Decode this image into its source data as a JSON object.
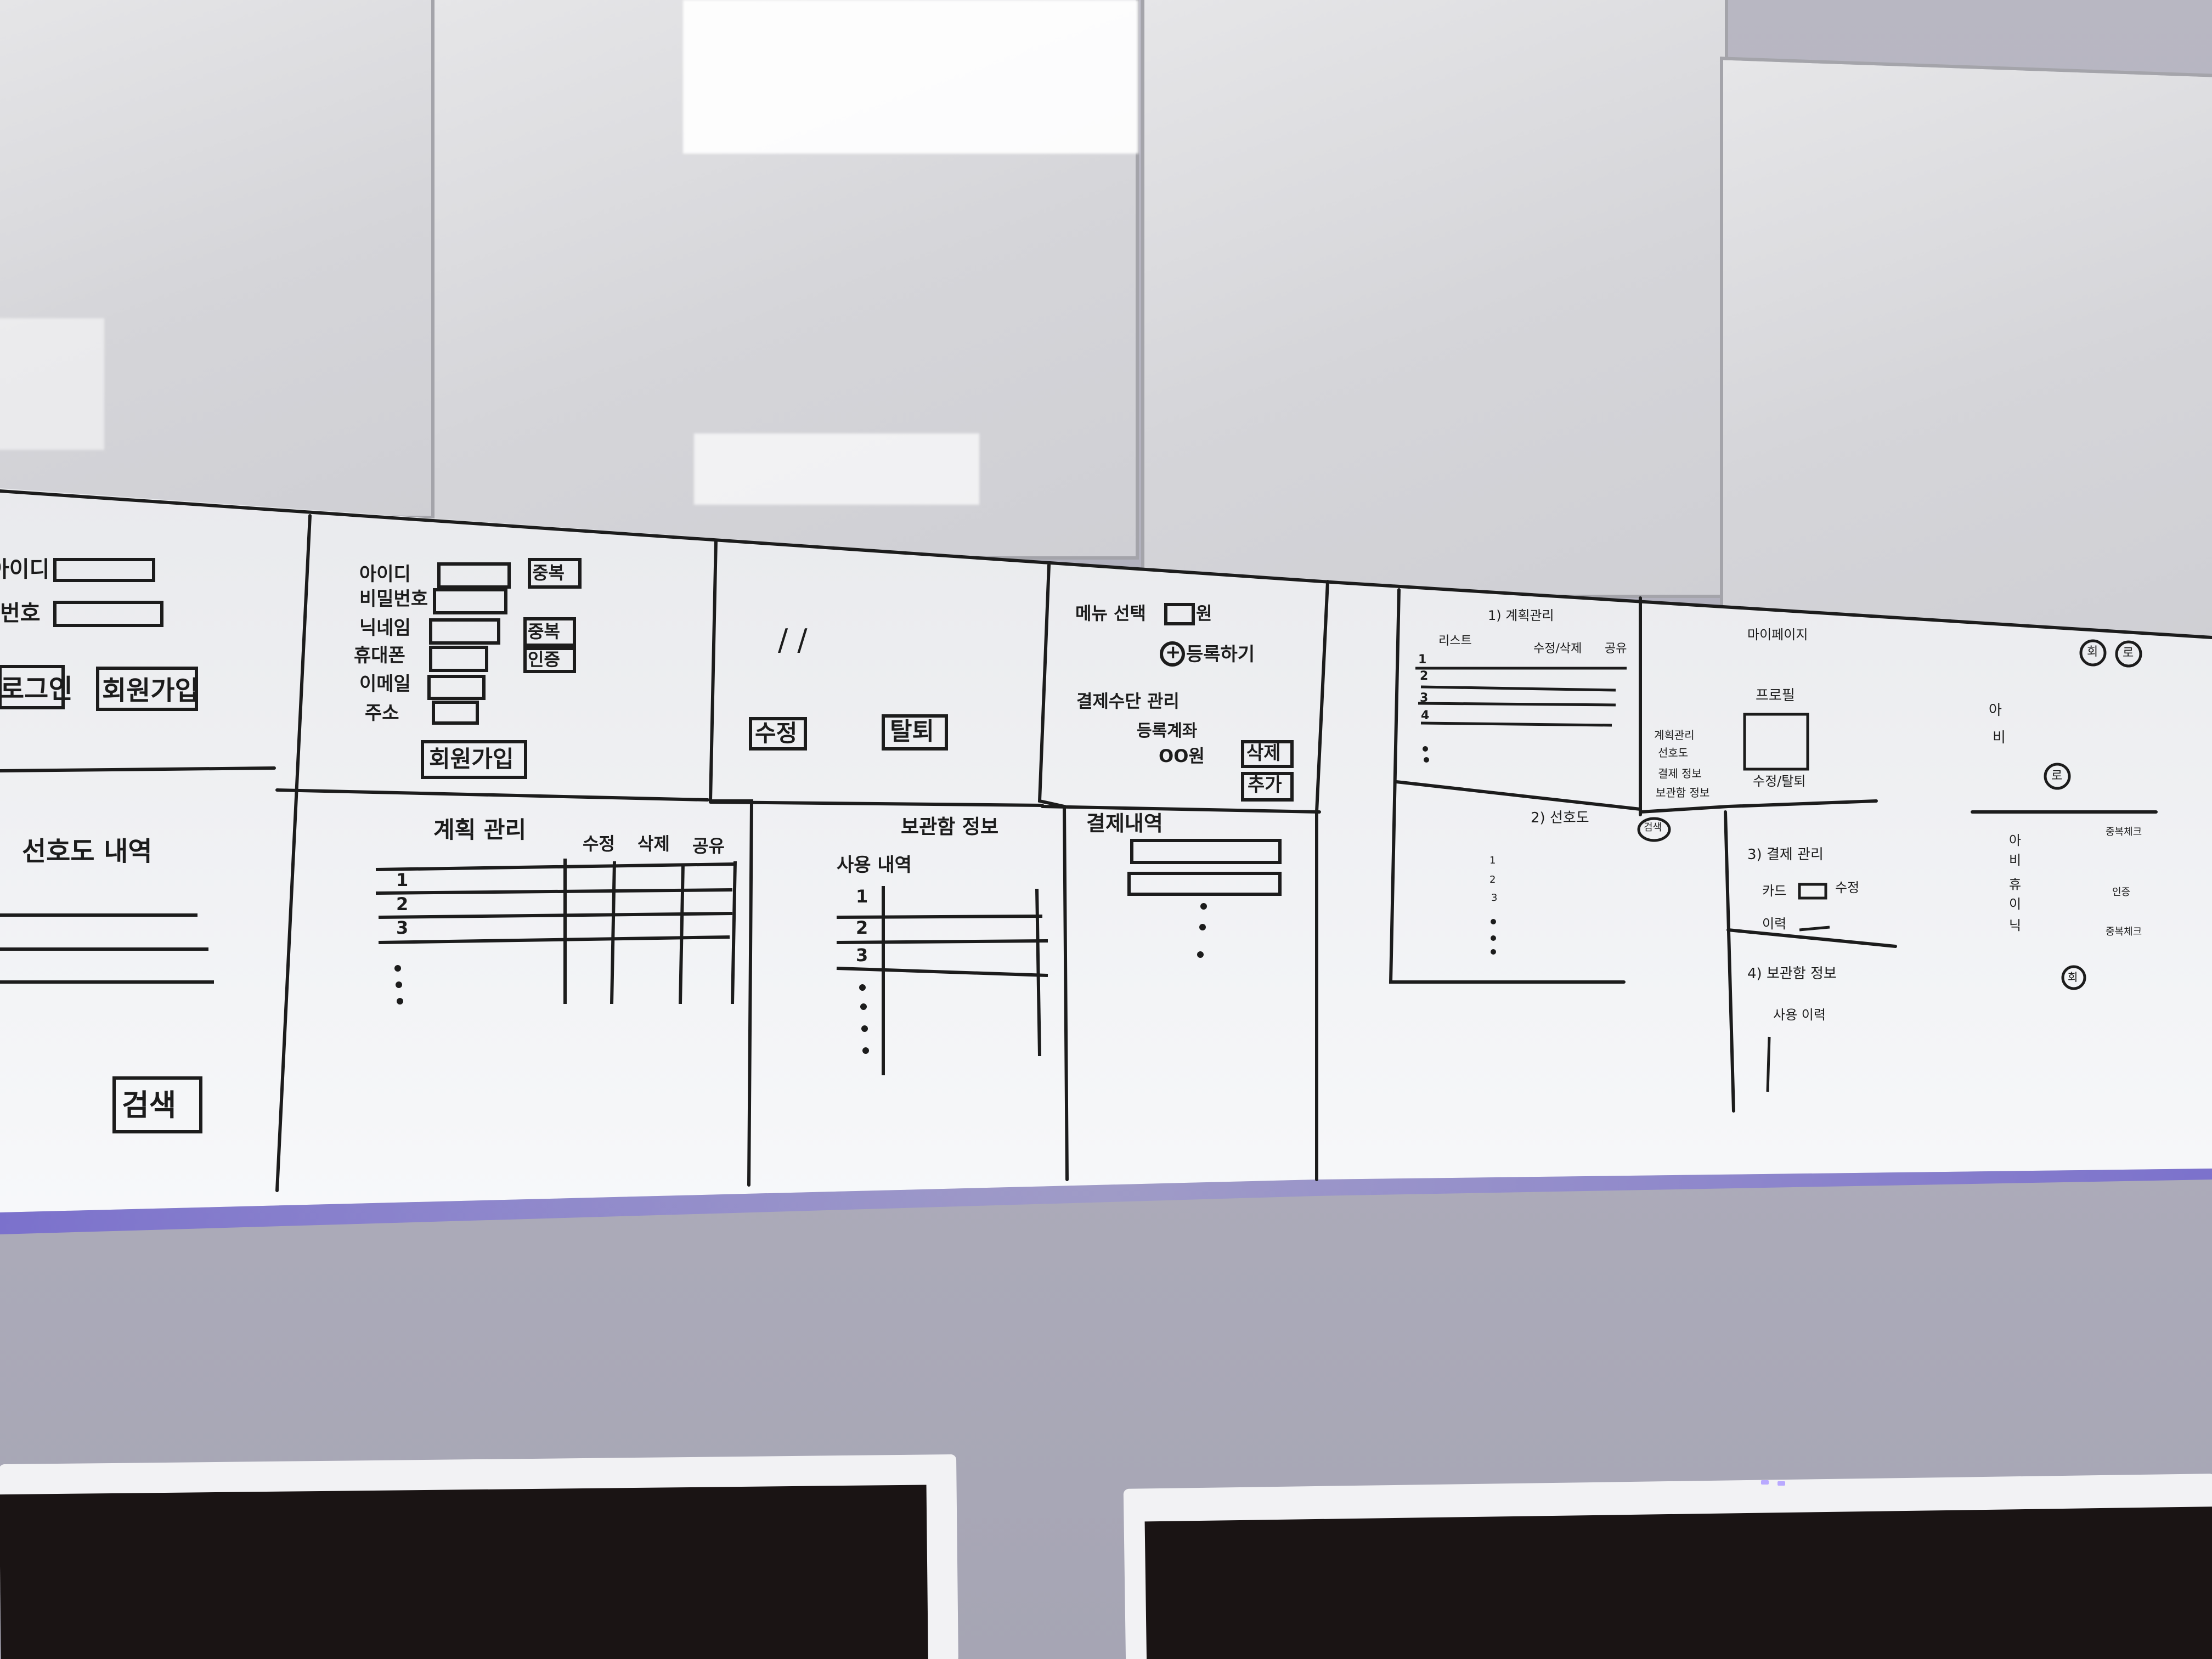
{
  "scene": {
    "wall_color": "#aeadbb",
    "board_color": "#f4f5f7",
    "ink_color": "#1c1c1c"
  },
  "login": {
    "id_label": "아이디",
    "pw_label": "번호",
    "login_button": "로그인",
    "signup_button": "회원가입"
  },
  "preference_history": {
    "title": "선호도 내역",
    "search_button": "검색"
  },
  "signup_form": {
    "fields": [
      "아이디",
      "비밀번호",
      "닉네임",
      "휴대폰",
      "이메일",
      "주소"
    ],
    "dup_check_1": "중복",
    "dup_check_2": "중복",
    "verify": "인증",
    "submit": "회원가입"
  },
  "profile_edit": {
    "slashes": "/ /",
    "edit_button": "수정",
    "withdraw_button": "탈퇴"
  },
  "menu_select": {
    "menu_label": "메뉴 선택",
    "circle_label": "원",
    "plus_icon": "+",
    "register_label": "등록하기"
  },
  "payment_manage": {
    "title": "결제수단 관리",
    "card_line": "등록계좌",
    "amount_line": "OO원",
    "delete_button": "삭제",
    "add_button": "추가"
  },
  "plan_manage": {
    "title": "계획 관리",
    "columns": [
      "수정",
      "삭제",
      "공유"
    ],
    "rows": [
      "1",
      "2",
      "3"
    ]
  },
  "storage_info": {
    "title": "보관함 정보",
    "usage_label": "사용 내역",
    "rows": [
      "1",
      "2",
      "3"
    ]
  },
  "payment_history": {
    "title": "결제내역"
  },
  "right_board": {
    "plan_section": "1) 계획관리",
    "list_label": "리스트",
    "list_cols": "수정/삭제",
    "list_extra": "공유",
    "list_rows": [
      "1",
      "2",
      "3",
      "4"
    ],
    "mypage_label": "마이페이지",
    "profile_label": "프로필",
    "profile_items": [
      "계획관리",
      "선호도",
      "결제 정보",
      "보관함 정보"
    ],
    "profile_buttons": "수정/탈퇴",
    "pref_section": "2) 선호도",
    "pref_badge": "검색",
    "pref_rows": [
      "1",
      "2",
      "3"
    ],
    "pay_section": "3) 결제 관리",
    "card_label": "카드",
    "card_edit": "수정",
    "pay_history": "이력",
    "storage_section": "4) 보관함 정보",
    "storage_usage": "사용 이력",
    "circle_a": "회",
    "circle_b": "로",
    "circle_c": "로",
    "circle_d": "회",
    "far_right_top": [
      "아",
      "비"
    ],
    "far_right_list": [
      "아",
      "비",
      "휴",
      "이",
      "닉"
    ],
    "dup_1": "중복체크",
    "verify_2": "인증",
    "dup_3": "중복체크"
  }
}
